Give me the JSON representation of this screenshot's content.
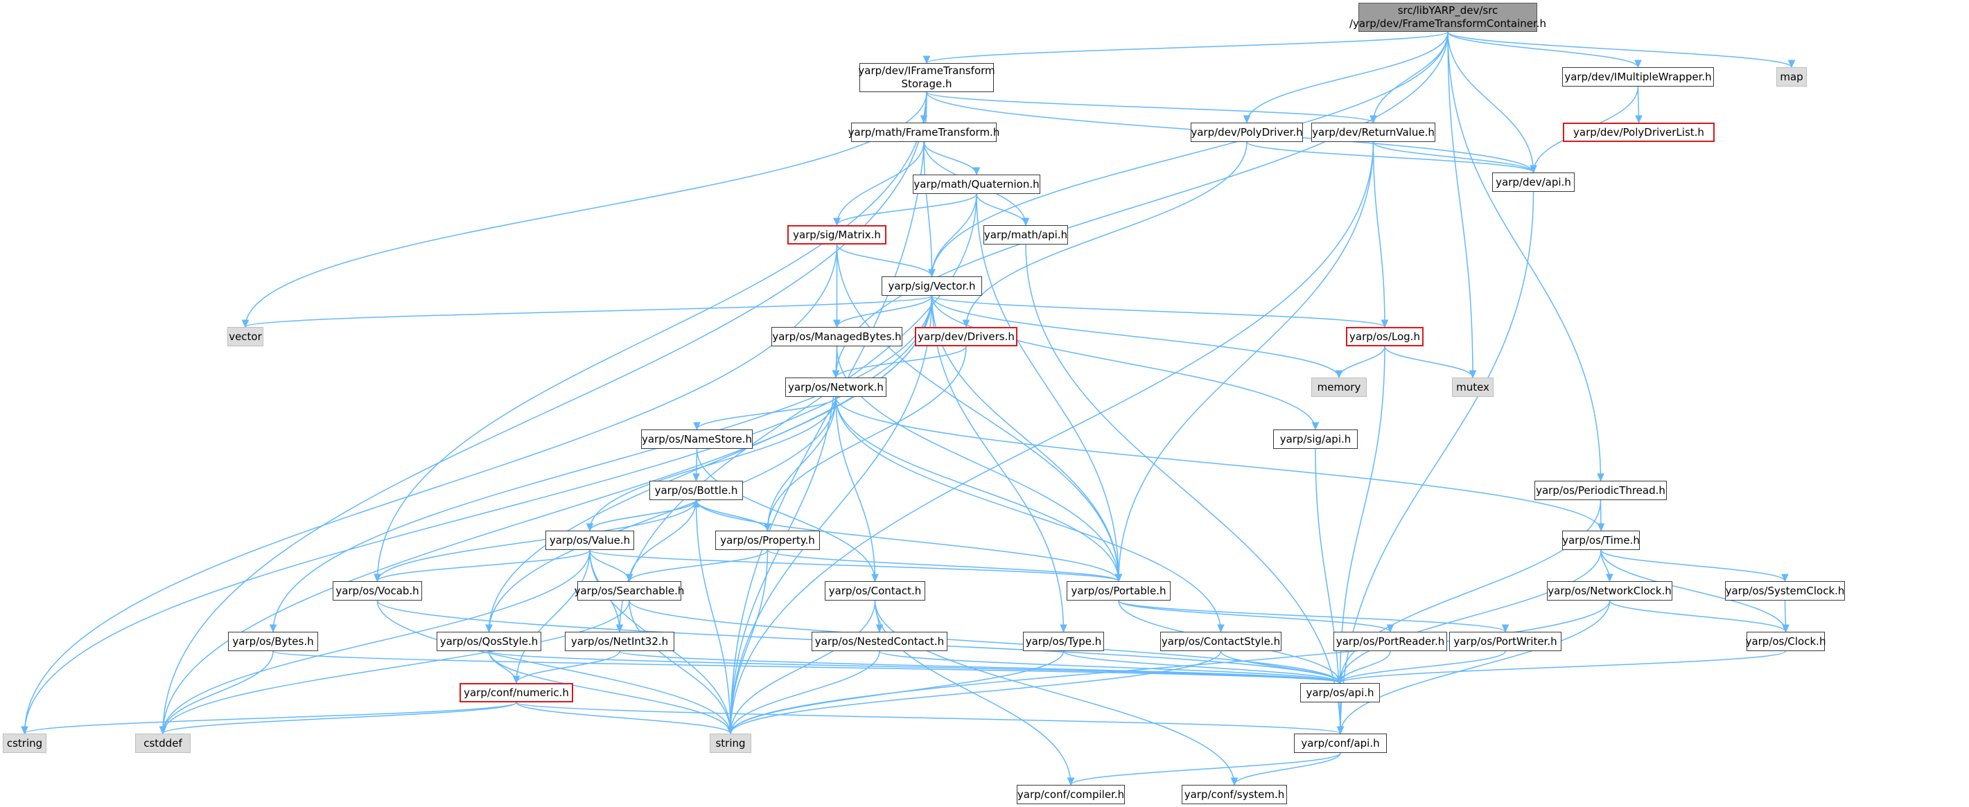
{
  "nodes": [
    {
      "id": "root",
      "label": "src/libYARP_dev/src\n/yarp/dev/FrameTransformContainer.h",
      "kind": "root"
    },
    {
      "id": "iftstorage",
      "label": "yarp/dev/IFrameTransform\nStorage.h",
      "kind": "normal"
    },
    {
      "id": "map",
      "label": "map",
      "kind": "external"
    },
    {
      "id": "imultiple",
      "label": "yarp/dev/IMultipleWrapper.h",
      "kind": "normal"
    },
    {
      "id": "polydriverlist",
      "label": "yarp/dev/PolyDriverList.h",
      "kind": "red"
    },
    {
      "id": "polydriver",
      "label": "yarp/dev/PolyDriver.h",
      "kind": "normal"
    },
    {
      "id": "returnvalue",
      "label": "yarp/dev/ReturnValue.h",
      "kind": "normal"
    },
    {
      "id": "devapi",
      "label": "yarp/dev/api.h",
      "kind": "normal"
    },
    {
      "id": "frametransform",
      "label": "yarp/math/FrameTransform.h",
      "kind": "normal"
    },
    {
      "id": "quaternion",
      "label": "yarp/math/Quaternion.h",
      "kind": "normal"
    },
    {
      "id": "matrix",
      "label": "yarp/sig/Matrix.h",
      "kind": "red"
    },
    {
      "id": "mathapi",
      "label": "yarp/math/api.h",
      "kind": "normal"
    },
    {
      "id": "vector",
      "label": "yarp/sig/Vector.h",
      "kind": "normal"
    },
    {
      "id": "vectorstd",
      "label": "vector",
      "kind": "external"
    },
    {
      "id": "managedbytes",
      "label": "yarp/os/ManagedBytes.h",
      "kind": "normal"
    },
    {
      "id": "drivers",
      "label": "yarp/dev/Drivers.h",
      "kind": "red"
    },
    {
      "id": "log",
      "label": "yarp/os/Log.h",
      "kind": "red"
    },
    {
      "id": "memory",
      "label": "memory",
      "kind": "external"
    },
    {
      "id": "mutex",
      "label": "mutex",
      "kind": "external"
    },
    {
      "id": "network",
      "label": "yarp/os/Network.h",
      "kind": "normal"
    },
    {
      "id": "namestore",
      "label": "yarp/os/NameStore.h",
      "kind": "normal"
    },
    {
      "id": "sigapi",
      "label": "yarp/sig/api.h",
      "kind": "normal"
    },
    {
      "id": "periodicthread",
      "label": "yarp/os/PeriodicThread.h",
      "kind": "normal"
    },
    {
      "id": "bottle",
      "label": "yarp/os/Bottle.h",
      "kind": "normal"
    },
    {
      "id": "value",
      "label": "yarp/os/Value.h",
      "kind": "normal"
    },
    {
      "id": "property",
      "label": "yarp/os/Property.h",
      "kind": "normal"
    },
    {
      "id": "time",
      "label": "yarp/os/Time.h",
      "kind": "normal"
    },
    {
      "id": "vocab",
      "label": "yarp/os/Vocab.h",
      "kind": "normal"
    },
    {
      "id": "searchable",
      "label": "yarp/os/Searchable.h",
      "kind": "normal"
    },
    {
      "id": "contact",
      "label": "yarp/os/Contact.h",
      "kind": "normal"
    },
    {
      "id": "portable",
      "label": "yarp/os/Portable.h",
      "kind": "normal"
    },
    {
      "id": "networkclock",
      "label": "yarp/os/NetworkClock.h",
      "kind": "normal"
    },
    {
      "id": "systemclock",
      "label": "yarp/os/SystemClock.h",
      "kind": "normal"
    },
    {
      "id": "bytes",
      "label": "yarp/os/Bytes.h",
      "kind": "normal"
    },
    {
      "id": "qosstyle",
      "label": "yarp/os/QosStyle.h",
      "kind": "normal"
    },
    {
      "id": "netint32",
      "label": "yarp/os/NetInt32.h",
      "kind": "normal"
    },
    {
      "id": "nestedcontact",
      "label": "yarp/os/NestedContact.h",
      "kind": "normal"
    },
    {
      "id": "type",
      "label": "yarp/os/Type.h",
      "kind": "normal"
    },
    {
      "id": "contactstyle",
      "label": "yarp/os/ContactStyle.h",
      "kind": "normal"
    },
    {
      "id": "portreader",
      "label": "yarp/os/PortReader.h",
      "kind": "normal"
    },
    {
      "id": "portwriter",
      "label": "yarp/os/PortWriter.h",
      "kind": "normal"
    },
    {
      "id": "clock",
      "label": "yarp/os/Clock.h",
      "kind": "normal"
    },
    {
      "id": "numeric",
      "label": "yarp/conf/numeric.h",
      "kind": "red"
    },
    {
      "id": "osapi",
      "label": "yarp/os/api.h",
      "kind": "normal"
    },
    {
      "id": "cstring",
      "label": "cstring",
      "kind": "external"
    },
    {
      "id": "cstddef",
      "label": "cstddef",
      "kind": "external"
    },
    {
      "id": "string",
      "label": "string",
      "kind": "external"
    },
    {
      "id": "confapi",
      "label": "yarp/conf/api.h",
      "kind": "normal"
    },
    {
      "id": "compiler",
      "label": "yarp/conf/compiler.h",
      "kind": "normal"
    },
    {
      "id": "system",
      "label": "yarp/conf/system.h",
      "kind": "normal"
    }
  ],
  "edges": [
    [
      "root",
      "iftstorage"
    ],
    [
      "root",
      "map"
    ],
    [
      "root",
      "imultiple"
    ],
    [
      "root",
      "polydriver"
    ],
    [
      "root",
      "returnvalue"
    ],
    [
      "root",
      "devapi"
    ],
    [
      "root",
      "vector"
    ],
    [
      "root",
      "mutex"
    ],
    [
      "root",
      "network"
    ],
    [
      "root",
      "periodicthread"
    ],
    [
      "iftstorage",
      "frametransform"
    ],
    [
      "iftstorage",
      "returnvalue"
    ],
    [
      "iftstorage",
      "devapi"
    ],
    [
      "iftstorage",
      "vectorstd"
    ],
    [
      "iftstorage",
      "vocab"
    ],
    [
      "iftstorage",
      "string"
    ],
    [
      "iftstorage",
      "cstddef"
    ],
    [
      "imultiple",
      "polydriverlist"
    ],
    [
      "imultiple",
      "devapi"
    ],
    [
      "polydriver",
      "devapi"
    ],
    [
      "polydriver",
      "drivers"
    ],
    [
      "returnvalue",
      "devapi"
    ],
    [
      "returnvalue",
      "log"
    ],
    [
      "returnvalue",
      "portable"
    ],
    [
      "returnvalue",
      "string"
    ],
    [
      "devapi",
      "confapi"
    ],
    [
      "frametransform",
      "quaternion"
    ],
    [
      "frametransform",
      "matrix"
    ],
    [
      "frametransform",
      "mathapi"
    ],
    [
      "frametransform",
      "vector"
    ],
    [
      "quaternion",
      "matrix"
    ],
    [
      "quaternion",
      "mathapi"
    ],
    [
      "quaternion",
      "vector"
    ],
    [
      "quaternion",
      "portable"
    ],
    [
      "quaternion",
      "netint32"
    ],
    [
      "matrix",
      "vector"
    ],
    [
      "matrix",
      "managedbytes"
    ],
    [
      "matrix",
      "portable"
    ],
    [
      "matrix",
      "cstring"
    ],
    [
      "mathapi",
      "confapi"
    ],
    [
      "vector",
      "vectorstd"
    ],
    [
      "vector",
      "managedbytes"
    ],
    [
      "vector",
      "log"
    ],
    [
      "vector",
      "memory"
    ],
    [
      "vector",
      "sigapi"
    ],
    [
      "vector",
      "portable"
    ],
    [
      "vector",
      "type"
    ],
    [
      "vector",
      "bytes"
    ],
    [
      "vector",
      "qosstyle"
    ],
    [
      "vector",
      "cstring"
    ],
    [
      "vector",
      "cstddef"
    ],
    [
      "vector",
      "string"
    ],
    [
      "managedbytes",
      "network"
    ],
    [
      "managedbytes",
      "portable"
    ],
    [
      "managedbytes",
      "string"
    ],
    [
      "drivers",
      "network"
    ],
    [
      "drivers",
      "property"
    ],
    [
      "log",
      "memory"
    ],
    [
      "log",
      "mutex"
    ],
    [
      "log",
      "osapi"
    ],
    [
      "network",
      "namestore"
    ],
    [
      "network",
      "value"
    ],
    [
      "network",
      "property"
    ],
    [
      "network",
      "contact"
    ],
    [
      "network",
      "portable"
    ],
    [
      "network",
      "time"
    ],
    [
      "network",
      "contactstyle"
    ],
    [
      "network",
      "qosstyle"
    ],
    [
      "namestore",
      "bottle"
    ],
    [
      "namestore",
      "contact"
    ],
    [
      "sigapi",
      "confapi"
    ],
    [
      "periodicthread",
      "time"
    ],
    [
      "periodicthread",
      "osapi"
    ],
    [
      "bottle",
      "value"
    ],
    [
      "bottle",
      "property"
    ],
    [
      "bottle",
      "searchable"
    ],
    [
      "bottle",
      "portable"
    ],
    [
      "bottle",
      "string"
    ],
    [
      "bottle",
      "vocab"
    ],
    [
      "value",
      "bottle"
    ],
    [
      "value",
      "vocab"
    ],
    [
      "value",
      "searchable"
    ],
    [
      "value",
      "portable"
    ],
    [
      "value",
      "numeric"
    ],
    [
      "value",
      "string"
    ],
    [
      "value",
      "cstddef"
    ],
    [
      "value",
      "netint32"
    ],
    [
      "property",
      "bottle"
    ],
    [
      "property",
      "searchable"
    ],
    [
      "property",
      "portable"
    ],
    [
      "property",
      "string"
    ],
    [
      "time",
      "networkclock"
    ],
    [
      "time",
      "systemclock"
    ],
    [
      "time",
      "clock"
    ],
    [
      "time",
      "osapi"
    ],
    [
      "vocab",
      "string"
    ],
    [
      "vocab",
      "osapi"
    ],
    [
      "searchable",
      "string"
    ],
    [
      "searchable",
      "osapi"
    ],
    [
      "searchable",
      "cstddef"
    ],
    [
      "contact",
      "nestedcontact"
    ],
    [
      "contact",
      "string"
    ],
    [
      "contact",
      "compiler"
    ],
    [
      "contact",
      "system"
    ],
    [
      "portable",
      "portreader"
    ],
    [
      "portable",
      "portwriter"
    ],
    [
      "portable",
      "osapi"
    ],
    [
      "networkclock",
      "clock"
    ],
    [
      "networkclock",
      "confapi"
    ],
    [
      "networkclock",
      "string"
    ],
    [
      "systemclock",
      "clock"
    ],
    [
      "bytes",
      "cstddef"
    ],
    [
      "bytes",
      "osapi"
    ],
    [
      "qosstyle",
      "numeric"
    ],
    [
      "qosstyle",
      "string"
    ],
    [
      "qosstyle",
      "osapi"
    ],
    [
      "netint32",
      "numeric"
    ],
    [
      "netint32",
      "osapi"
    ],
    [
      "nestedcontact",
      "string"
    ],
    [
      "nestedcontact",
      "osapi"
    ],
    [
      "type",
      "string"
    ],
    [
      "type",
      "osapi"
    ],
    [
      "contactstyle",
      "string"
    ],
    [
      "contactstyle",
      "osapi"
    ],
    [
      "portreader",
      "osapi"
    ],
    [
      "portwriter",
      "osapi"
    ],
    [
      "clock",
      "osapi"
    ],
    [
      "numeric",
      "cstring"
    ],
    [
      "numeric",
      "cstddef"
    ],
    [
      "numeric",
      "string"
    ],
    [
      "numeric",
      "confapi"
    ],
    [
      "osapi",
      "confapi"
    ],
    [
      "confapi",
      "compiler"
    ],
    [
      "confapi",
      "system"
    ]
  ]
}
